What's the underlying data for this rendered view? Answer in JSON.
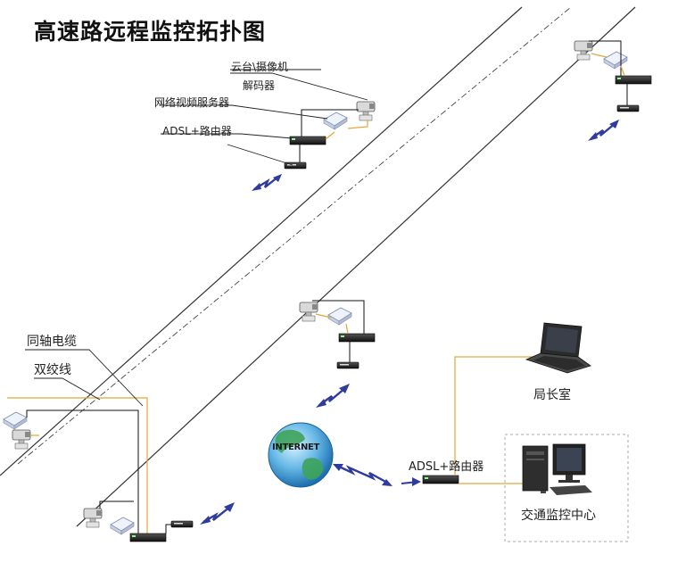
{
  "title": "高速路远程监控拓扑图",
  "labels": {
    "ptz_camera": "云台\\摄像机",
    "decoder": "解码器",
    "network_video_server": "网络视频服务器",
    "adsl_router_top": "ADSL+路由器",
    "coax_cable": "同轴电缆",
    "twisted_pair": "双绞线",
    "internet": "INTERNET",
    "adsl_router_center": "ADSL+路由器",
    "director_office": "局长室",
    "traffic_center": "交通监控中心"
  },
  "colors": {
    "wire": "#e0a63a",
    "cable": "#111111",
    "wireless": "#2f3b9e",
    "globe": "#4aa6d8",
    "road": "#333333"
  }
}
